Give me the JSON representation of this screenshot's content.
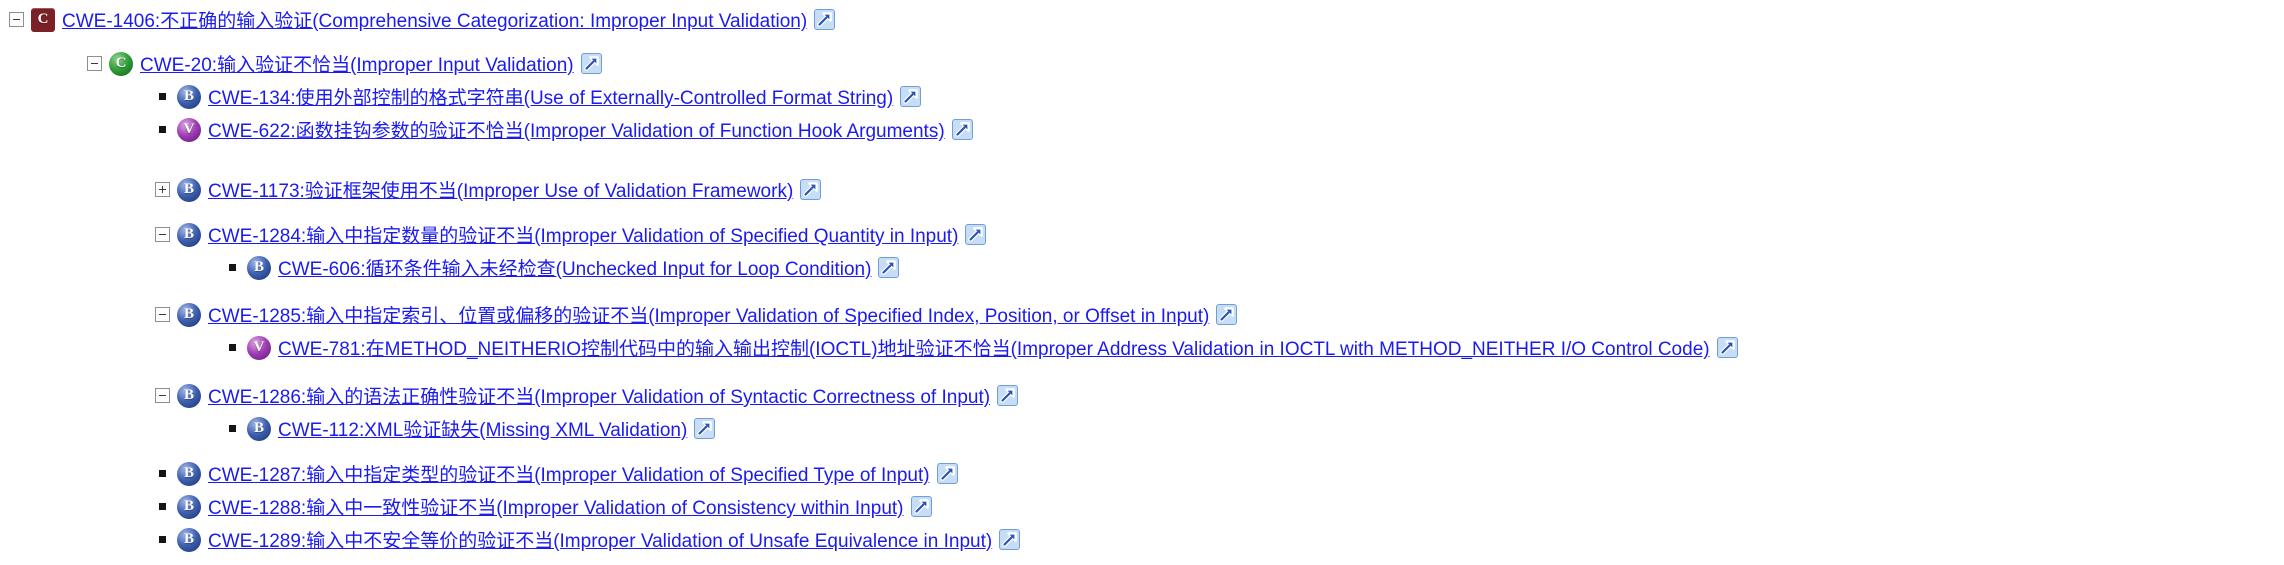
{
  "page": {
    "background": "#ffffff"
  },
  "colors": {
    "link_blue": "#1b1bef",
    "category_red_badge": "#7b2125",
    "class_green_badge": "#2f9e38",
    "base_blue_badge": "#3d5fae",
    "variant_purple_badge": "#9e3bb4",
    "external_link_icon_blue": "#2a55b4",
    "external_link_icon_fill": "#c7ddf6"
  },
  "icons": {
    "collapse": "minus-box",
    "expand": "plus-box",
    "leaf": "black-square-bullet",
    "external_link": "open-in-new-window-arrow"
  },
  "tree": {
    "rows": [
      {
        "badge": "C",
        "label": "CWE-1406:不正确的输入验证(Comprehensive Categorization: Improper Input Validation)"
      },
      {
        "badge": "C",
        "label": "CWE-20:输入验证不恰当(Improper Input Validation)"
      },
      {
        "badge": "B",
        "label": "CWE-134:使用外部控制的格式字符串(Use of Externally-Controlled Format String)"
      },
      {
        "badge": "V",
        "label": "CWE-622:函数挂钩参数的验证不恰当(Improper Validation of Function Hook Arguments)"
      },
      {
        "badge": "B",
        "label": "CWE-1173:验证框架使用不当(Improper Use of Validation Framework)"
      },
      {
        "badge": "B",
        "label": "CWE-1284:输入中指定数量的验证不当(Improper Validation of Specified Quantity in Input)"
      },
      {
        "badge": "B",
        "label": "CWE-606:循环条件输入未经检查(Unchecked Input for Loop Condition)"
      },
      {
        "badge": "B",
        "label": "CWE-1285:输入中指定索引、位置或偏移的验证不当(Improper Validation of Specified Index, Position, or Offset in Input)"
      },
      {
        "badge": "V",
        "label": "CWE-781:在METHOD_NEITHERIO控制代码中的输入输出控制(IOCTL)地址验证不恰当(Improper Address Validation in IOCTL with METHOD_NEITHER I/O Control Code)"
      },
      {
        "badge": "B",
        "label": "CWE-1286:输入的语法正确性验证不当(Improper Validation of Syntactic Correctness of Input)"
      },
      {
        "badge": "B",
        "label": "CWE-112:XML验证缺失(Missing XML Validation)"
      },
      {
        "badge": "B",
        "label": "CWE-1287:输入中指定类型的验证不当(Improper Validation of Specified Type of Input)"
      },
      {
        "badge": "B",
        "label": "CWE-1288:输入中一致性验证不当(Improper Validation of Consistency within Input)"
      },
      {
        "badge": "B",
        "label": "CWE-1289:输入中不安全等价的验证不当(Improper Validation of Unsafe Equivalence in Input)"
      }
    ]
  }
}
